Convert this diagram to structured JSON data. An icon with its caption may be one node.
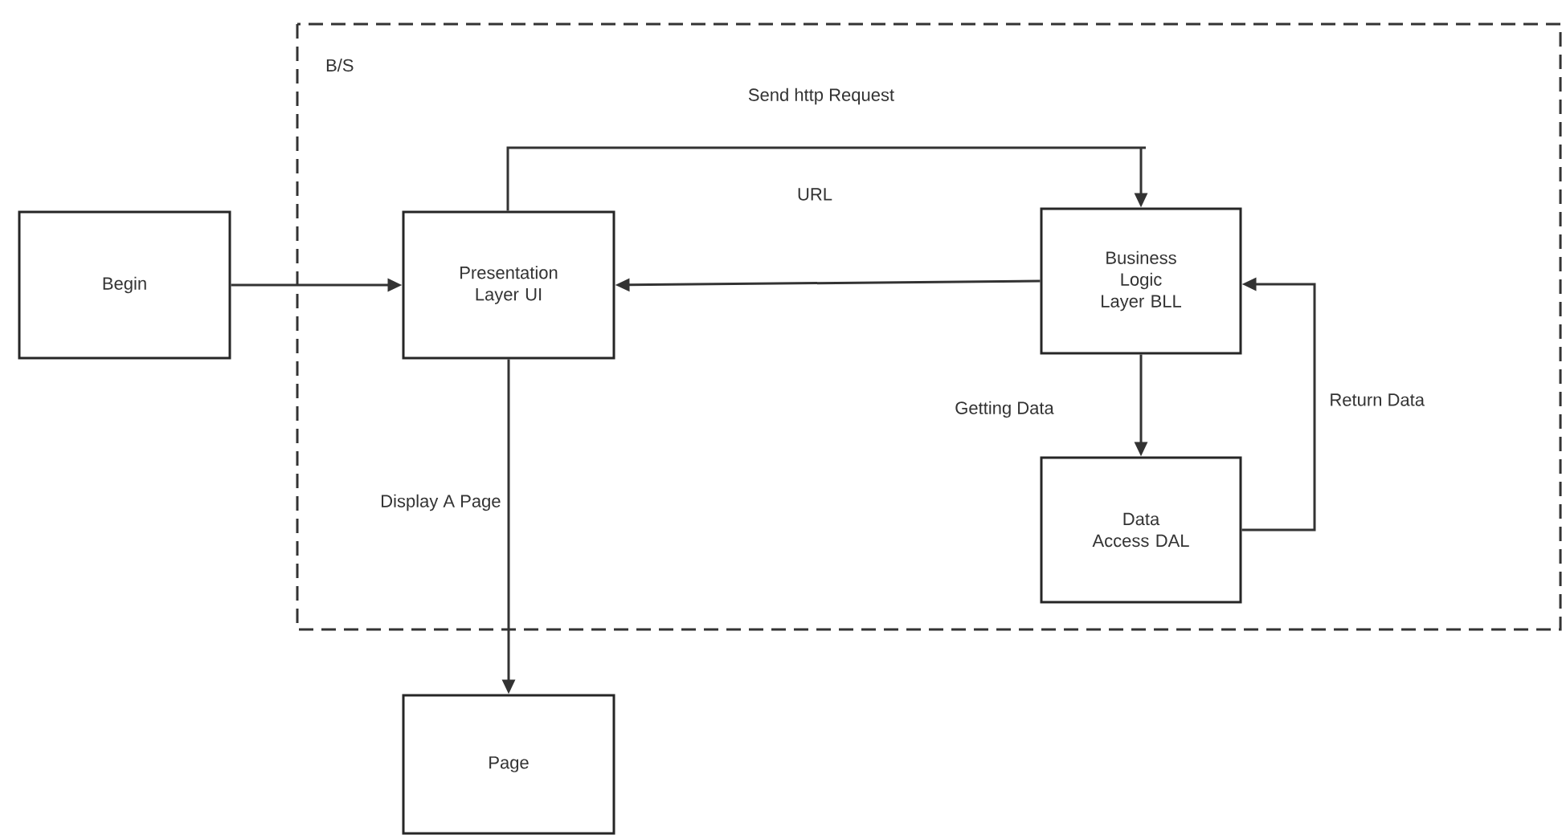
{
  "diagram": {
    "nodes": [
      {
        "text": [
          "B/S"
        ]
      },
      {
        "text": [
          "Begin"
        ]
      },
      {
        "text": [
          "Presentation Layer UI"
        ],
        "in": 0
      },
      {
        "text": [
          "Business Logic Layer BLL"
        ],
        "in": 0
      },
      {
        "text": [
          "Data Access DAL"
        ],
        "in": 0
      },
      {
        "text": [
          "Page"
        ]
      }
    ],
    "edges": [
      {
        "from": 1,
        "to": 2,
        "arrow": "to"
      },
      {
        "from": 2,
        "to": 3,
        "arrow": "to",
        "label": "Send http Request"
      },
      {
        "from": 3,
        "to": 2,
        "arrow": "to"
      },
      {
        "from": 3,
        "to": 4,
        "arrow": "to",
        "label": "Getting Data"
      },
      {
        "from": 4,
        "to": 3,
        "arrow": "to",
        "label": "Return Data"
      },
      {
        "from": 2,
        "to": 5,
        "arrow": "to",
        "label": "Display A Page"
      }
    ],
    "labels": [
      "URL"
    ]
  }
}
